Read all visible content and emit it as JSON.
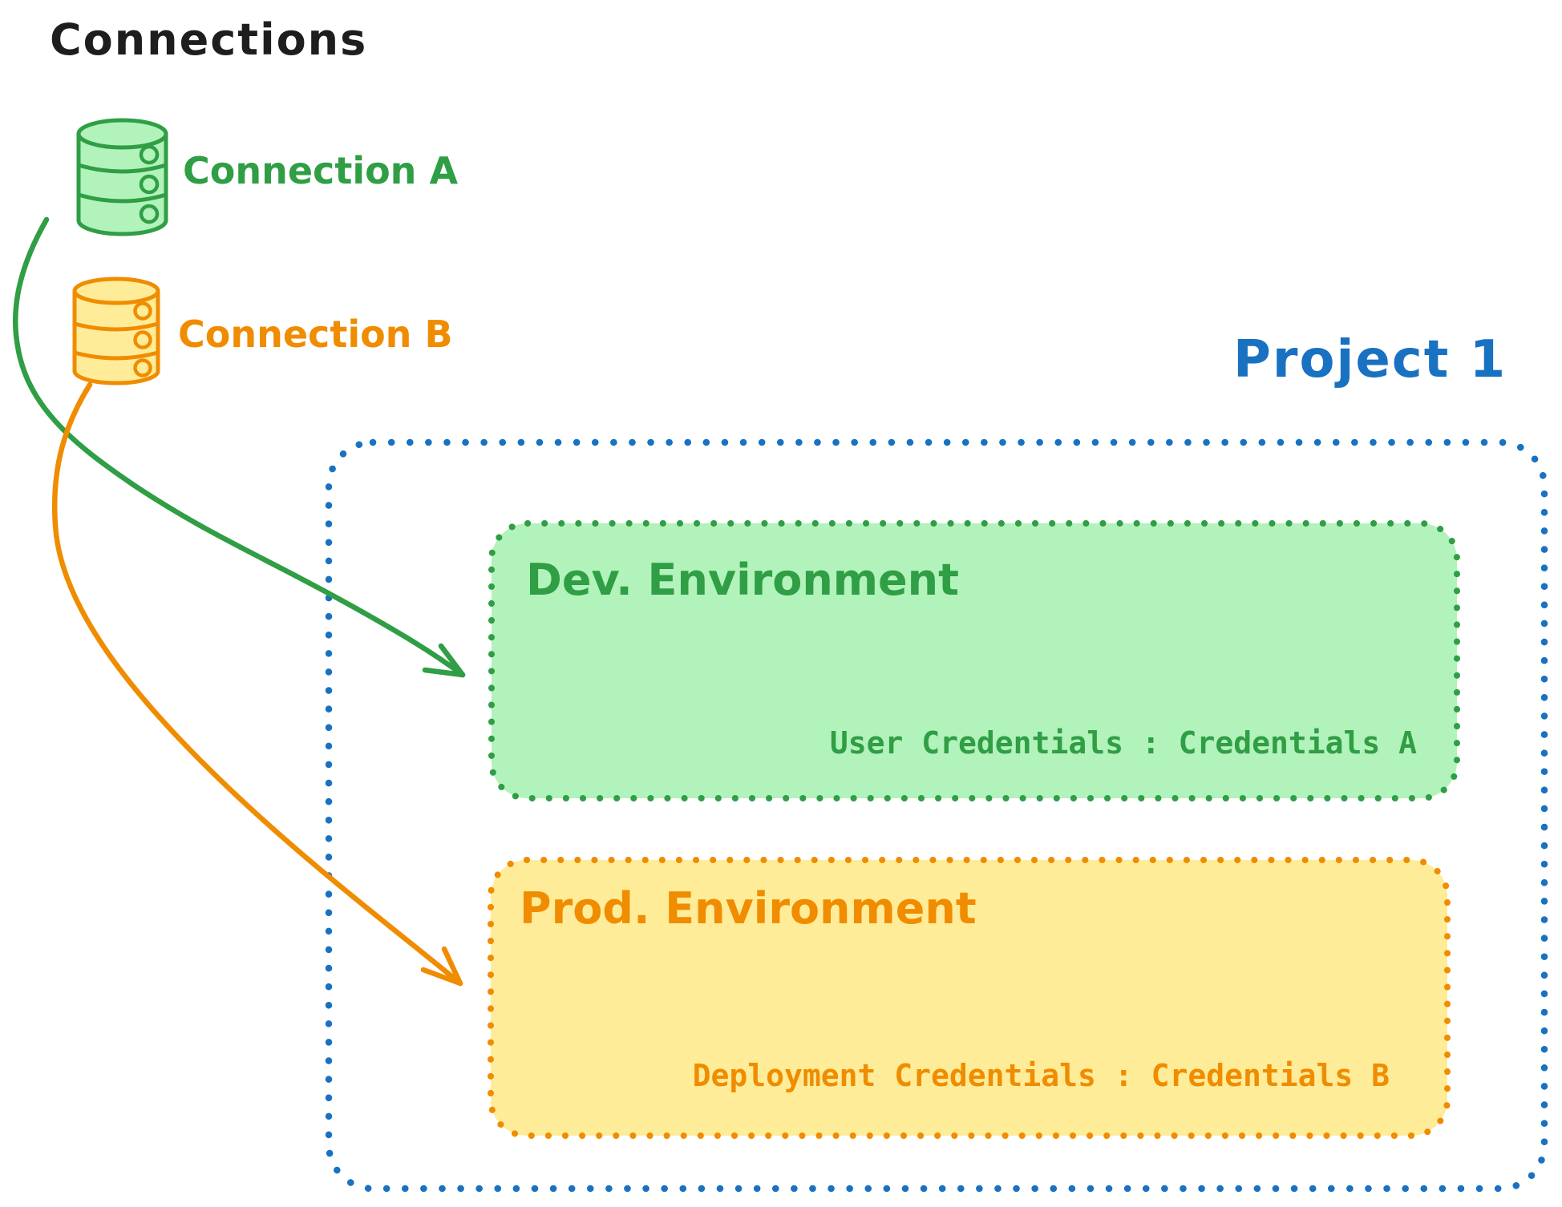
{
  "title": "Connections",
  "palette": {
    "text_black": "#1e1e1e",
    "green_stroke": "#2f9e44",
    "green_fill": "#b2f2bb",
    "orange_stroke": "#f08c00",
    "orange_fill": "#ffec99",
    "blue_stroke": "#1971c2"
  },
  "connections": [
    {
      "label": "Connection A",
      "icon": "database-cylinder-icon",
      "color": "#2f9e44"
    },
    {
      "label": "Connection B",
      "icon": "database-cylinder-icon",
      "color": "#f08c00"
    }
  ],
  "project": {
    "label": "Project 1",
    "color": "#1971c2",
    "environments": [
      {
        "name": "Dev. Environment",
        "credentials_label": "User Credentials : Credentials A",
        "color": "#2f9e44"
      },
      {
        "name": "Prod. Environment",
        "credentials_label": "Deployment Credentials : Credentials B",
        "color": "#f08c00"
      }
    ]
  },
  "arrows": [
    {
      "from": "Connection A",
      "to": "Dev. Environment",
      "color": "#2f9e44"
    },
    {
      "from": "Connection B",
      "to": "Prod. Environment",
      "color": "#f08c00"
    }
  ]
}
